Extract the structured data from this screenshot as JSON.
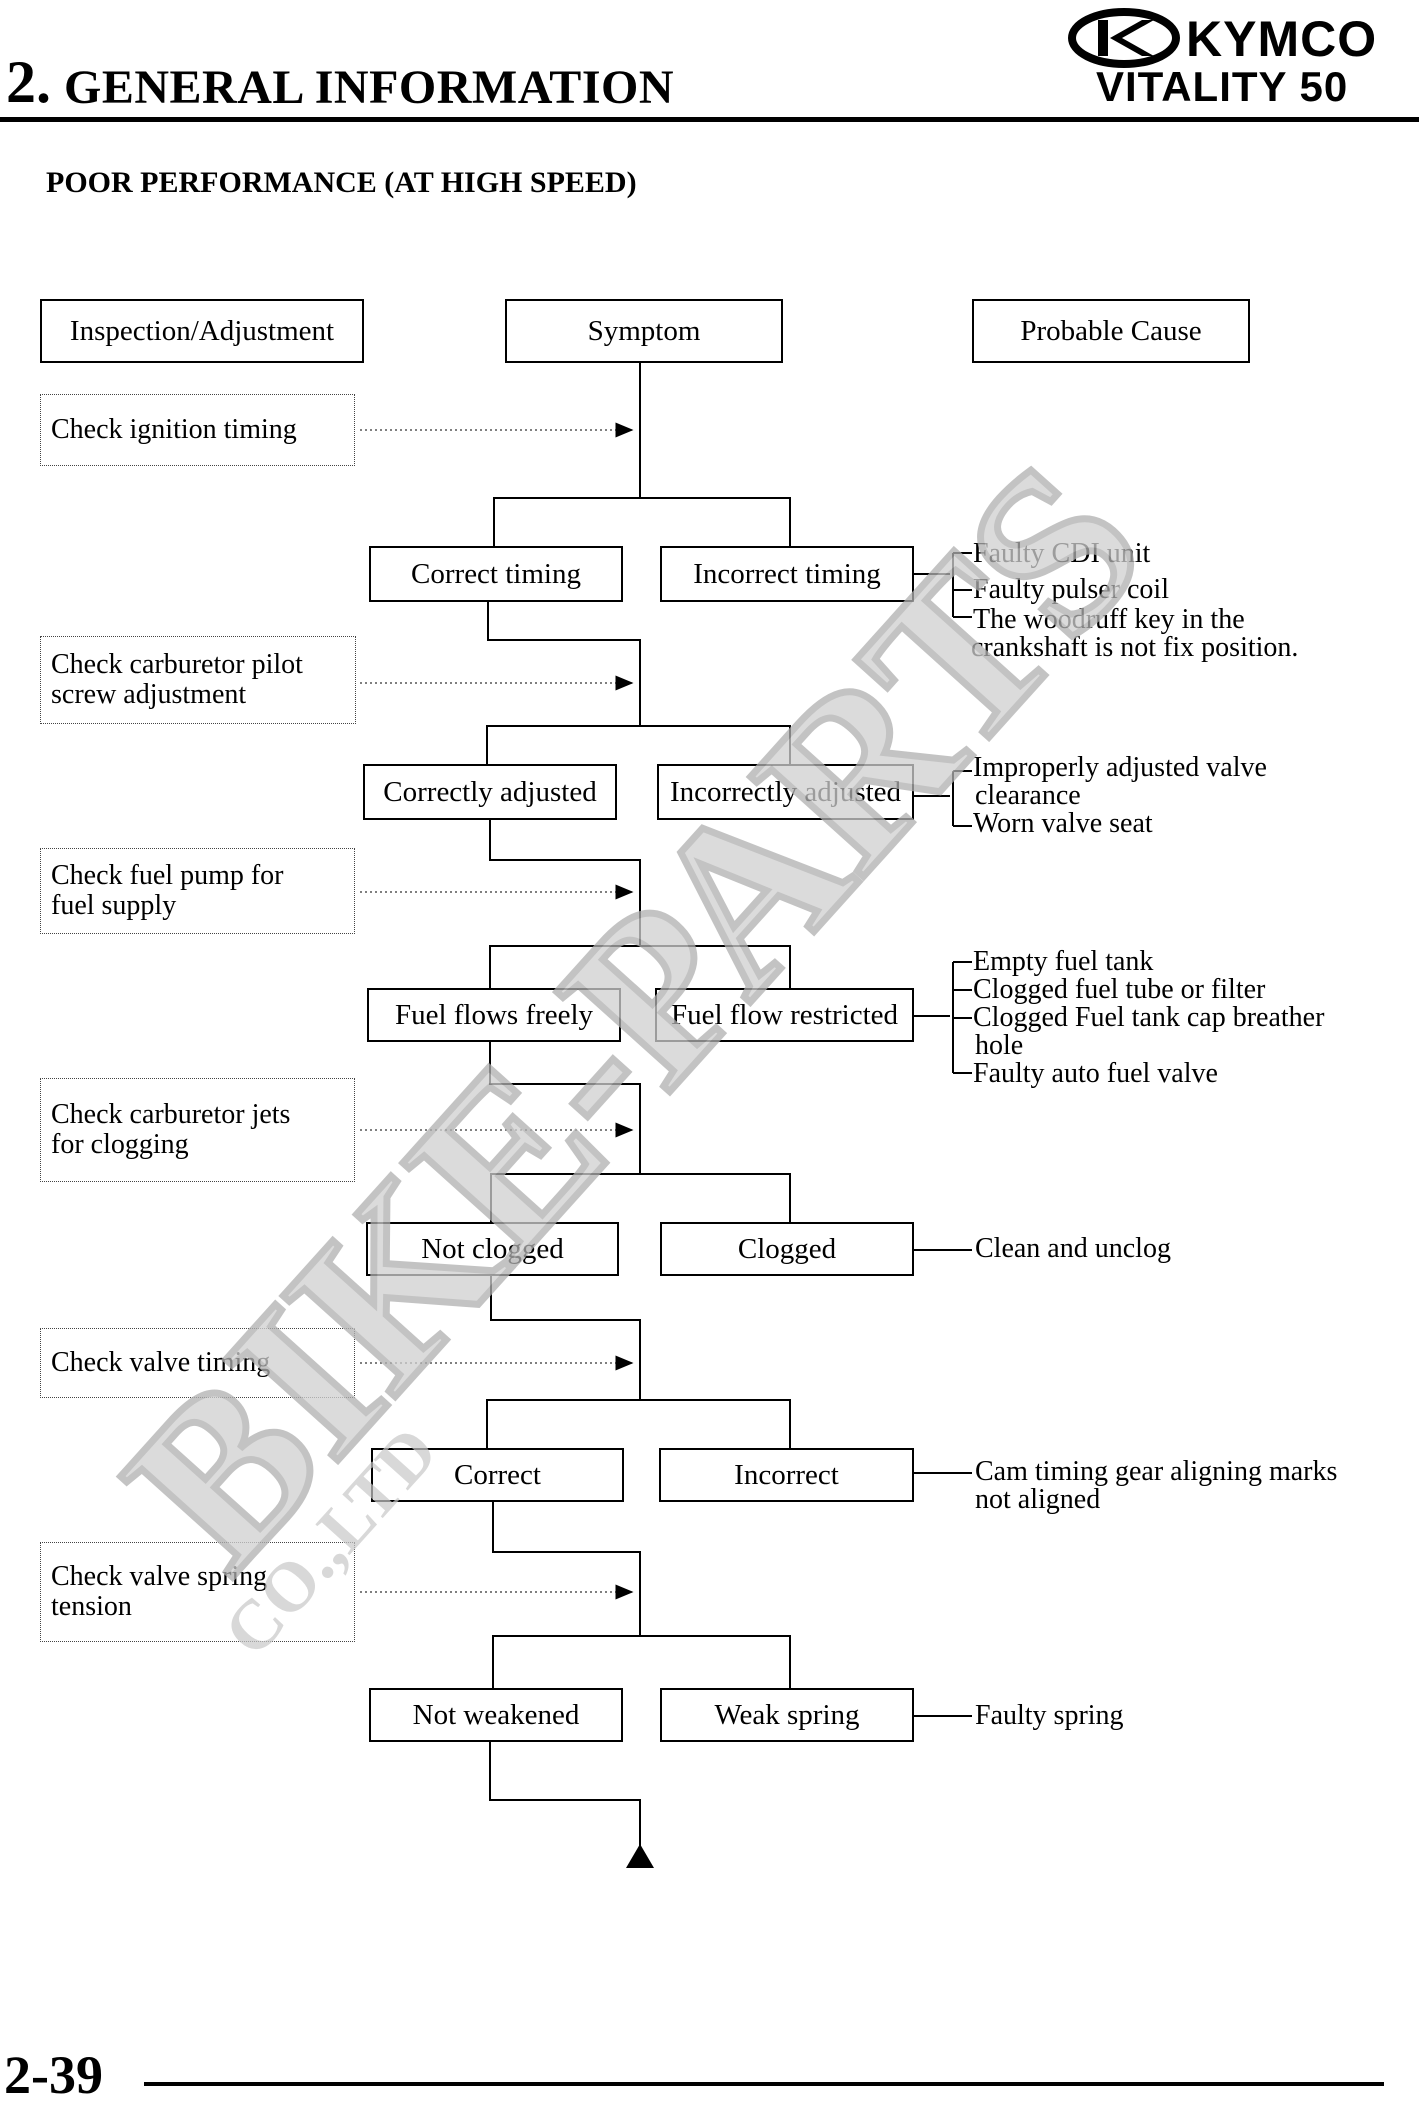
{
  "header": {
    "chapter_number": "2.",
    "chapter_title": "GENERAL INFORMATION",
    "brand": "KYMCO",
    "model": "VITALITY 50"
  },
  "section_title": "POOR PERFORMANCE (AT HIGH SPEED)",
  "columns": {
    "inspection": "Inspection/Adjustment",
    "symptom": "Symptom",
    "cause": "Probable Cause"
  },
  "steps": [
    {
      "check": "Check ignition timing",
      "ok": "Correct timing",
      "bad": "Incorrect timing",
      "causes": [
        "Faulty CDI unit",
        "Faulty pulser coil",
        "The woodruff key in the",
        "crankshaft is not fix position."
      ]
    },
    {
      "check": "Check carburetor pilot\nscrew adjustment",
      "ok": "Correctly adjusted",
      "bad": "Incorrectly adjusted",
      "causes": [
        "Improperly adjusted valve",
        "clearance",
        "Worn valve seat"
      ]
    },
    {
      "check": "Check fuel pump for\nfuel supply",
      "ok": "Fuel flows freely",
      "bad": "Fuel flow restricted",
      "causes": [
        "Empty fuel tank",
        "Clogged fuel tube or filter",
        "Clogged Fuel tank cap breather",
        "hole",
        "Faulty auto fuel valve"
      ]
    },
    {
      "check": "Check carburetor jets\nfor clogging",
      "ok": "Not clogged",
      "bad": "Clogged",
      "causes": [
        "Clean and unclog"
      ]
    },
    {
      "check": "Check valve timing",
      "ok": "Correct",
      "bad": "Incorrect",
      "causes": [
        "Cam timing gear aligning marks",
        "not aligned"
      ]
    },
    {
      "check": "Check valve spring\ntension",
      "ok": "Not weakened",
      "bad": "Weak spring",
      "causes": [
        "Faulty spring"
      ]
    }
  ],
  "watermark": {
    "main": "BIKE-PARTS",
    "sub": "CO.,LTD"
  },
  "footer": {
    "page_number": "2-39"
  }
}
